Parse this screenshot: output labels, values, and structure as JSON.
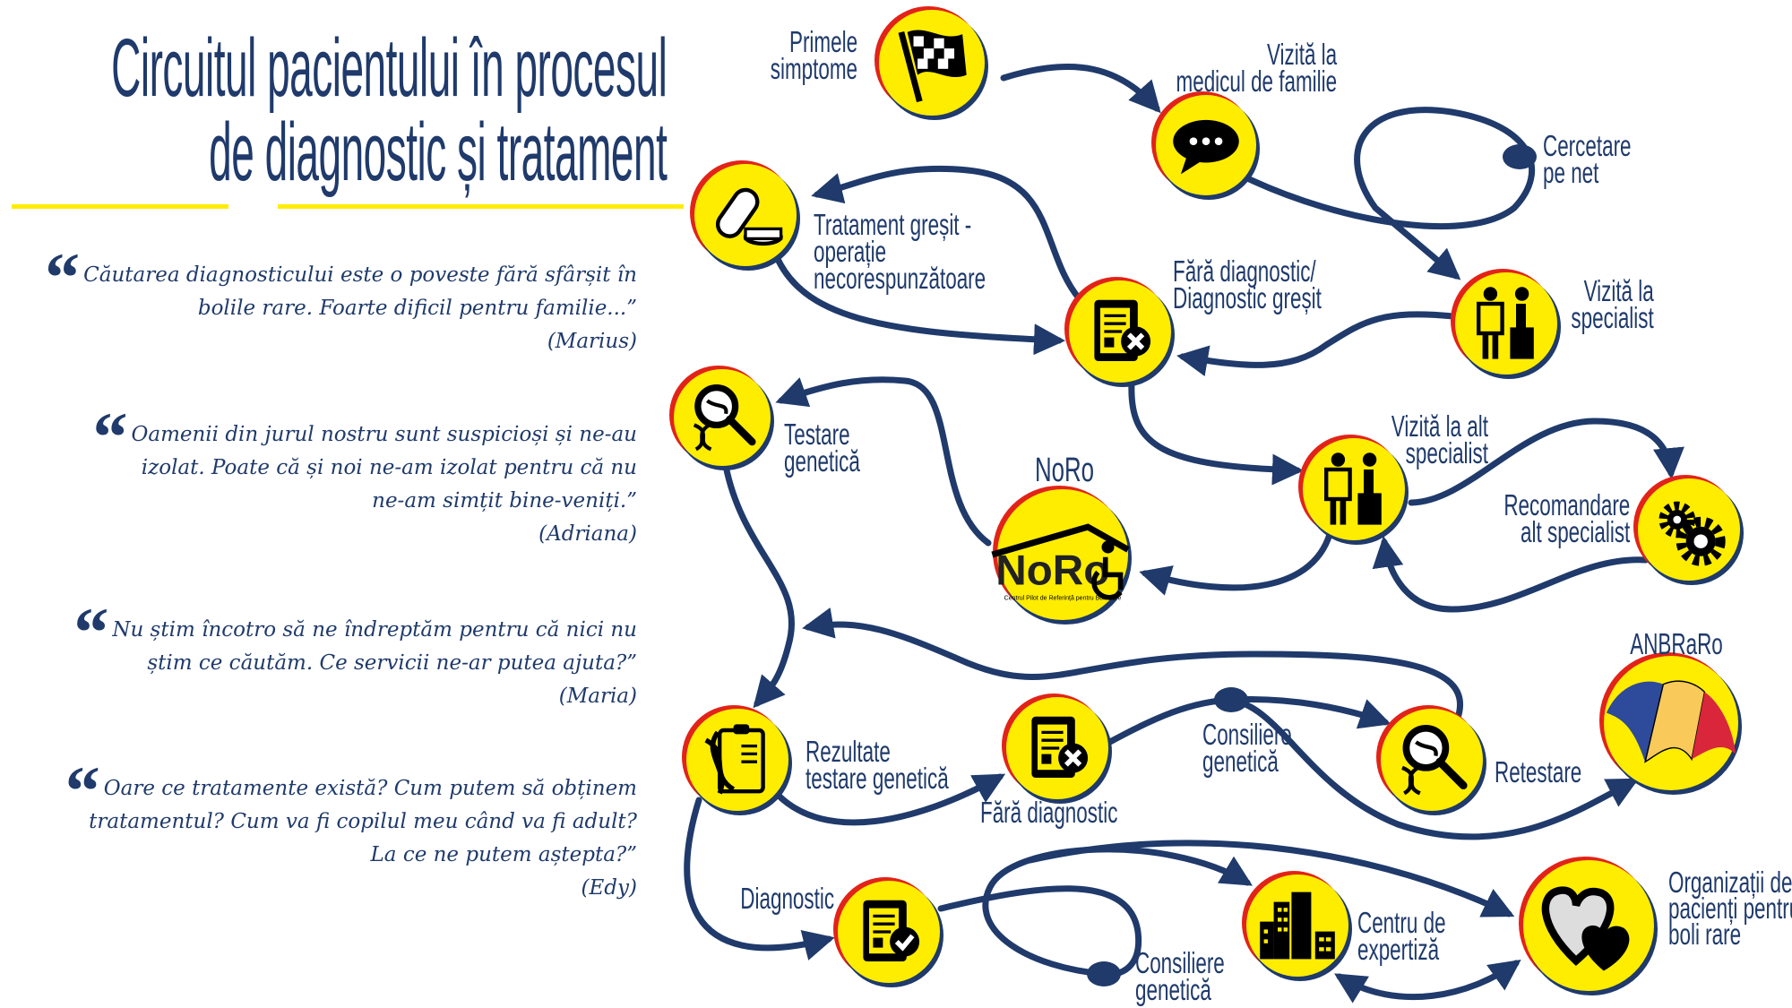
{
  "title": {
    "line1": "Circuitul pacientului în procesul",
    "line2": "de diagnostic și tratament"
  },
  "quotes": [
    {
      "lines": [
        "Căutarea diagnosticului este o poveste fără sfârșit în",
        "bolile rare. Foarte dificil pentru familie...”"
      ],
      "author": "(Marius)"
    },
    {
      "lines": [
        "Oamenii din jurul nostru sunt suspicioși și ne-au",
        "izolat. Poate că și noi ne-am izolat pentru că nu",
        "ne-am simțit bine-veniți.”"
      ],
      "author": "(Adriana)"
    },
    {
      "lines": [
        "Nu știm încotro să ne îndreptăm pentru că nici nu",
        "știm ce căutăm. Ce servicii ne-ar putea ajuta?”"
      ],
      "author": "(Maria)"
    },
    {
      "lines": [
        "Oare ce tratamente există? Cum putem să obținem",
        "tratamentul? Cum va fi copilul meu când va fi adult?",
        "La ce ne putem aștepta?”"
      ],
      "author": "(Edy)"
    }
  ],
  "quote_mark": "“",
  "nodes": {
    "primele_simptome": [
      "Primele",
      "simptome"
    ],
    "medic_familie": [
      "Vizită la",
      "medicul de familie"
    ],
    "cercetare_net": [
      "Cercetare",
      "pe net"
    ],
    "tratament_gresit": [
      "Tratament greșit -",
      "operație",
      "necorespunzătoare"
    ],
    "fara_diagnostic_gresit": [
      "Fără diagnostic/",
      "Diagnostic greșit"
    ],
    "vizita_specialist": [
      "Vizită la",
      "specialist"
    ],
    "testare_genetica": [
      "Testare",
      "genetică"
    ],
    "noro": [
      "NoRo"
    ],
    "vizita_alt_specialist": [
      "Vizită la alt",
      "specialist"
    ],
    "recomandare": [
      "Recomandare",
      "alt specialist"
    ],
    "anbraro": [
      "ANBRaRo"
    ],
    "rezultate": [
      "Rezultate",
      "testare genetică"
    ],
    "fara_diagnostic": [
      "Fără diagnostic"
    ],
    "consiliere_sus": [
      "Consiliere",
      "genetică"
    ],
    "retestare": [
      "Retestare"
    ],
    "diagnostic": [
      "Diagnostic"
    ],
    "consiliere_jos": [
      "Consiliere",
      "genetică"
    ],
    "centru": [
      "Centru de",
      "expertiză"
    ],
    "organizatii": [
      "Organizații de",
      "pacienți pentru",
      "boli rare"
    ]
  },
  "logos": {
    "noro_text": "NoRo",
    "noro_subtitle": "Centrul Pilot de Referință pentru Boli Rare"
  },
  "colors": {
    "navy": "#1f3a6b",
    "yellow": "#ffed00",
    "red": "#e2231a"
  }
}
